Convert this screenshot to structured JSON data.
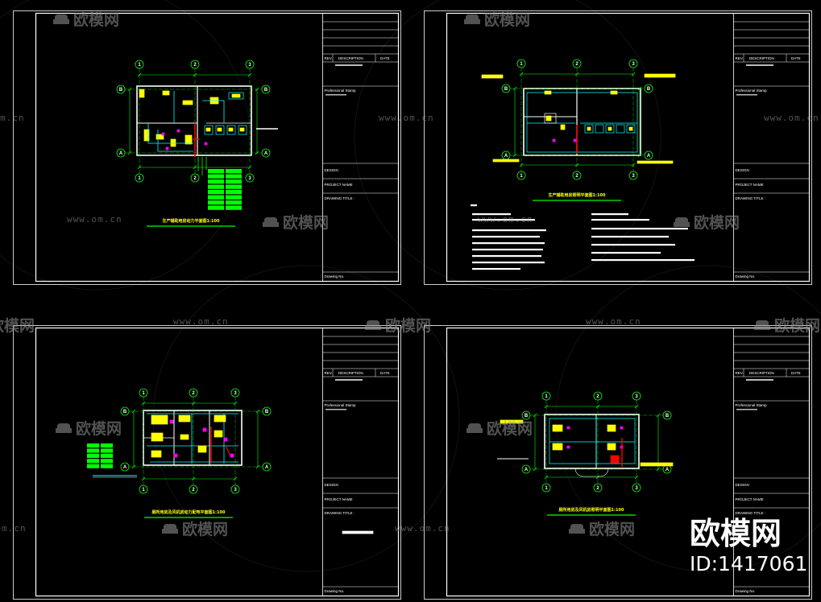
{
  "colors": {
    "background": "#000000",
    "frame": "#ffffff",
    "grid": "#00ff00",
    "equipment": "#ffff00",
    "wiring": "#00ffff",
    "device": "#ff00ff",
    "panel": "#ff0000",
    "title": "#ffff00",
    "watermark": "#969696"
  },
  "watermark": {
    "brand": "欧模网",
    "url": "www.om.cn",
    "id": "ID:1417061",
    "logo_icon": "sofa-logo-icon"
  },
  "title_block": {
    "rev": "REV.",
    "description": "DESCRIPTION",
    "date": "DATE",
    "stamp": "Professional Stamp",
    "design": "DESIGN",
    "project": "PROJECT NAME",
    "drawing_title": "DRAWING TITLE :",
    "drawing_no": "Drawing No."
  },
  "sheets": [
    {
      "title": "生产辅助用房动力平面图1:100",
      "columns": [
        "1",
        "2",
        "3"
      ],
      "rows": [
        "A",
        "B"
      ]
    },
    {
      "title": "生产辅助用房照明平面图1:100",
      "columns": [
        "1",
        "2",
        "3"
      ],
      "rows": [
        "A",
        "B"
      ]
    },
    {
      "title": "厕所用房及风机房动力配电平面图1:100",
      "columns": [
        "1",
        "2",
        "3"
      ],
      "rows": [
        "A",
        "B"
      ]
    },
    {
      "title": "厕所用房及风机房照明平面图1:100",
      "columns": [
        "1",
        "2",
        "3"
      ],
      "rows": [
        "A",
        "B"
      ]
    }
  ]
}
